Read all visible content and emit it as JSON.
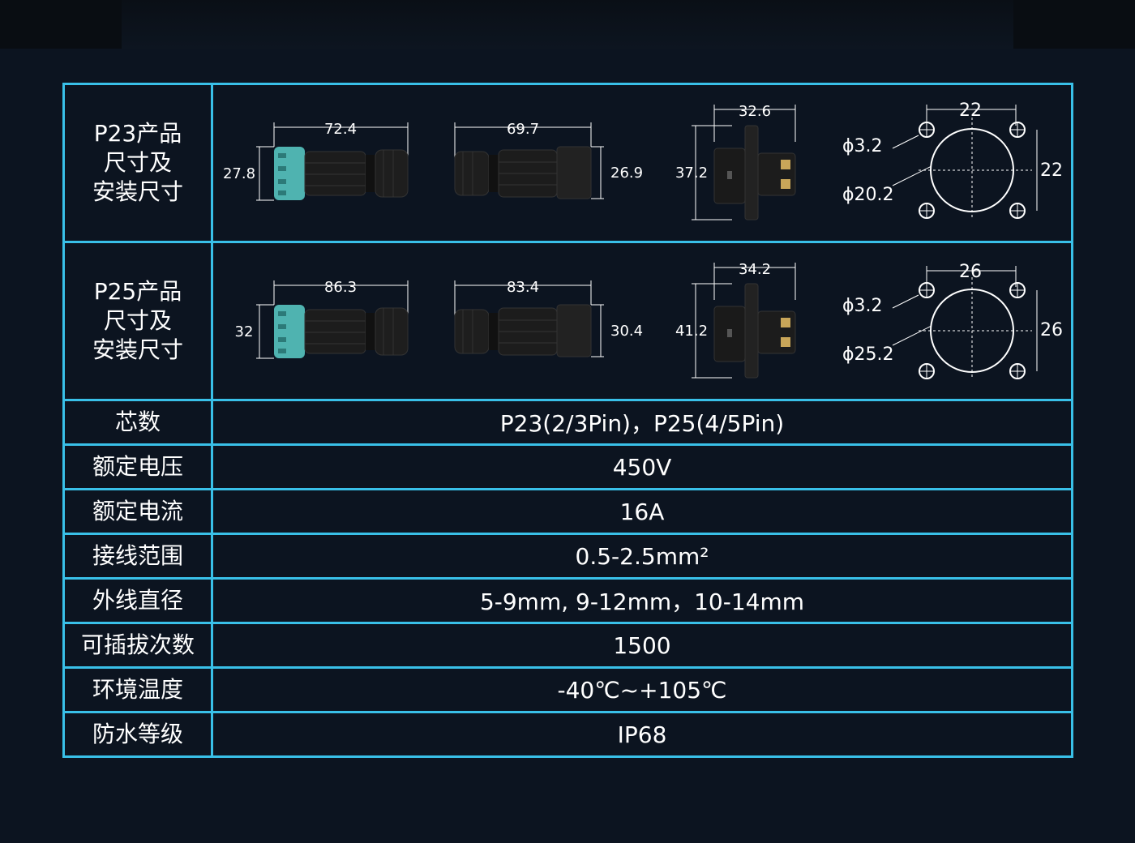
{
  "products": [
    {
      "label_lines": [
        "P23产品",
        "尺寸及",
        "安装尺寸"
      ],
      "dims": {
        "male_length": "72.4",
        "male_diameter": "27.8",
        "female_length": "69.7",
        "female_diameter": "26.9",
        "socket_width": "32.6",
        "socket_height": "37.2",
        "panel_square_h": "22",
        "panel_square_v": "22",
        "panel_hole": "ϕ3.2",
        "panel_cutout": "ϕ20.2"
      }
    },
    {
      "label_lines": [
        "P25产品",
        "尺寸及",
        "安装尺寸"
      ],
      "dims": {
        "male_length": "86.3",
        "male_diameter": "32",
        "female_length": "83.4",
        "female_diameter": "30.4",
        "socket_width": "34.2",
        "socket_height": "41.2",
        "panel_square_h": "26",
        "panel_square_v": "26",
        "panel_hole": "ϕ3.2",
        "panel_cutout": "ϕ25.2"
      }
    }
  ],
  "specs": [
    {
      "label": "芯数",
      "value": "P23(2/3Pin)，P25(4/5Pin)"
    },
    {
      "label": "额定电压",
      "value": "450V"
    },
    {
      "label": "额定电流",
      "value": "16A"
    },
    {
      "label": "接线范围",
      "value": "0.5-2.5mm²"
    },
    {
      "label": "外线直径",
      "value": "5-9mm, 9-12mm，10-14mm"
    },
    {
      "label": "可插拔次数",
      "value": "1500"
    },
    {
      "label": "环境温度",
      "value": "-40℃~+105℃"
    },
    {
      "label": "防水等级",
      "value": "IP68"
    }
  ],
  "colors": {
    "border": "#39c0e8",
    "background": "#0c1420",
    "connector_body": "#1a1a1a",
    "connector_teal": "#4fb3b0"
  }
}
